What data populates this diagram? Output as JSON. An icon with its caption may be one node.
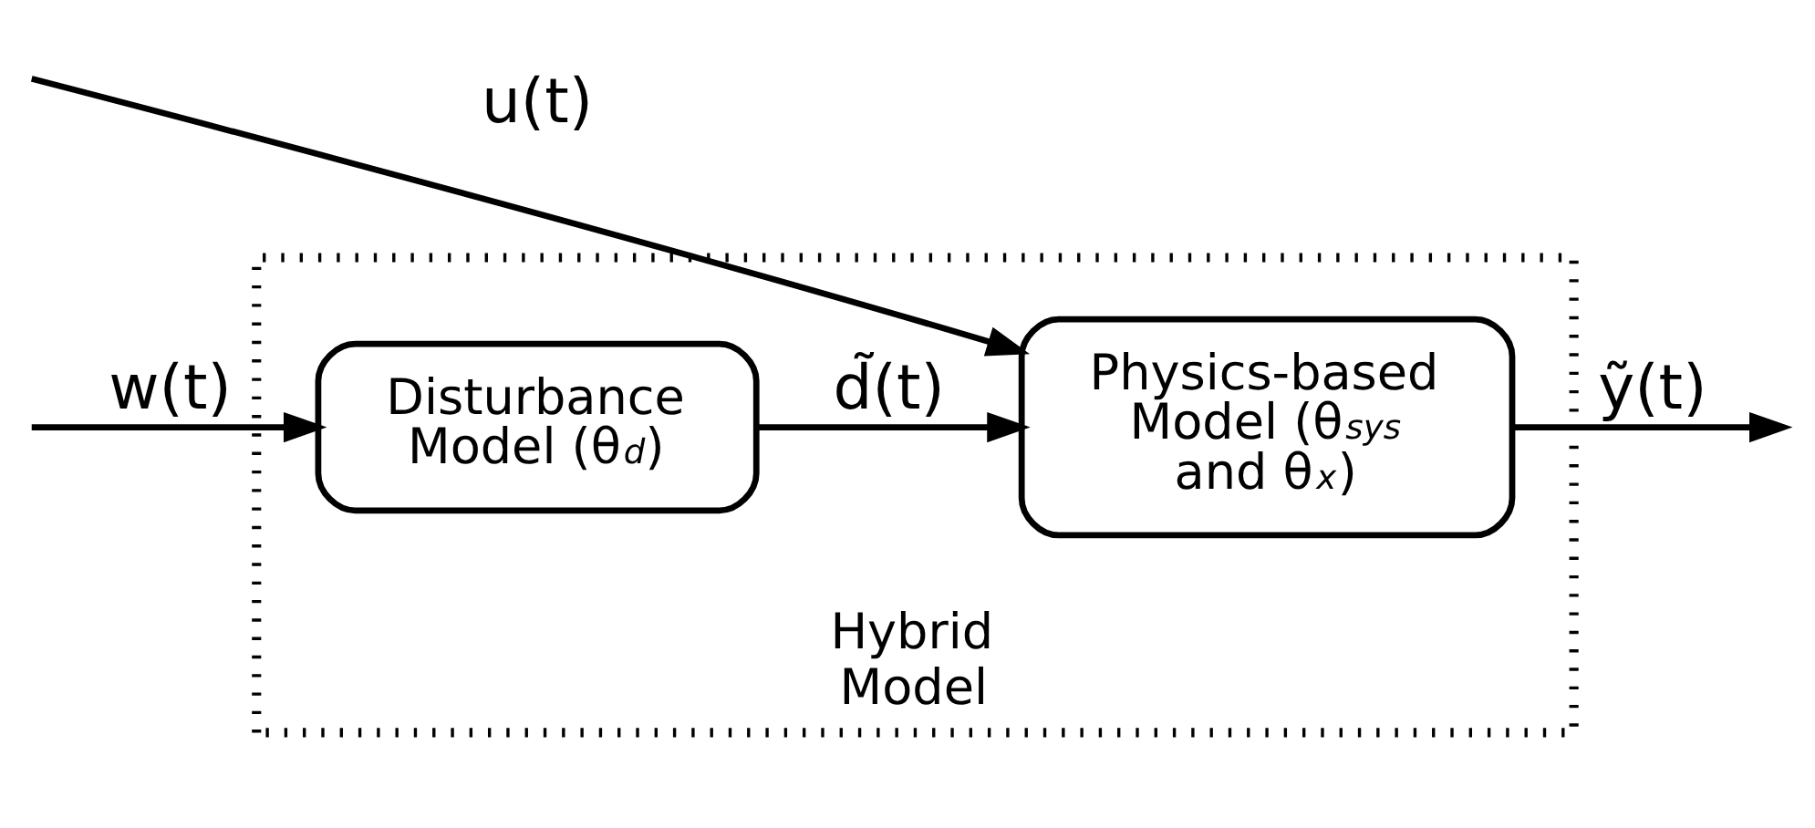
{
  "diagram": {
    "nodes": [
      {
        "text": [
          "Hybrid Model"
        ]
      },
      {
        "text": [
          "Disturbance Model (θ$_{d}$)"
        ],
        "in": 0
      },
      {
        "text": [
          "Physics-based Model (θ$_{sys}$ and θ$_{x}$)"
        ],
        "in": 0
      }
    ],
    "edges": [
      {
        "from": null,
        "to": 1,
        "arrow": "to",
        "label": "w(t)"
      },
      {
        "from": 1,
        "to": 2,
        "arrow": "to",
        "label": "d̃(t)"
      },
      {
        "from": null,
        "to": 2,
        "arrow": "to",
        "label": "u(t)"
      },
      {
        "from": 2,
        "to": null,
        "arrow": "to",
        "label": "ỹ(t)"
      }
    ]
  }
}
